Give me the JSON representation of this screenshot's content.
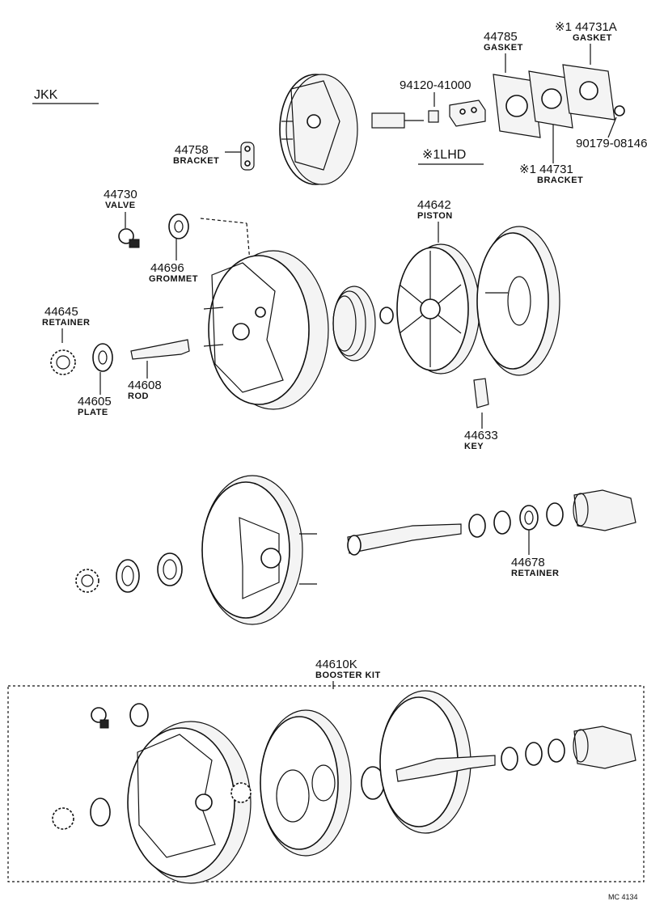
{
  "header": {
    "model_code": "JKK",
    "variant": "※1LHD"
  },
  "footer": {
    "ref": "MC 4134"
  },
  "parts": [
    {
      "key": "p44785",
      "number": "44785",
      "name": "GASKET"
    },
    {
      "key": "p44731A",
      "number": "※1 44731A",
      "name": "GASKET"
    },
    {
      "key": "p94120",
      "number": "94120-41000",
      "name": ""
    },
    {
      "key": "p44758",
      "number": "44758",
      "name": "BRACKET"
    },
    {
      "key": "p90179",
      "number": "90179-08146",
      "name": ""
    },
    {
      "key": "p44731",
      "number": "※1 44731",
      "name": "BRACKET"
    },
    {
      "key": "p44730",
      "number": "44730",
      "name": "VALVE"
    },
    {
      "key": "p44642",
      "number": "44642",
      "name": "PISTON"
    },
    {
      "key": "p44696",
      "number": "44696",
      "name": "GROMMET"
    },
    {
      "key": "p44645",
      "number": "44645",
      "name": "RETAINER"
    },
    {
      "key": "p44608",
      "number": "44608",
      "name": "ROD"
    },
    {
      "key": "p44605",
      "number": "44605",
      "name": "PLATE"
    },
    {
      "key": "p44633",
      "number": "44633",
      "name": "KEY"
    },
    {
      "key": "p44678",
      "number": "44678",
      "name": "RETAINER"
    },
    {
      "key": "p44610K",
      "number": "44610K",
      "name": "BOOSTER KIT"
    }
  ]
}
